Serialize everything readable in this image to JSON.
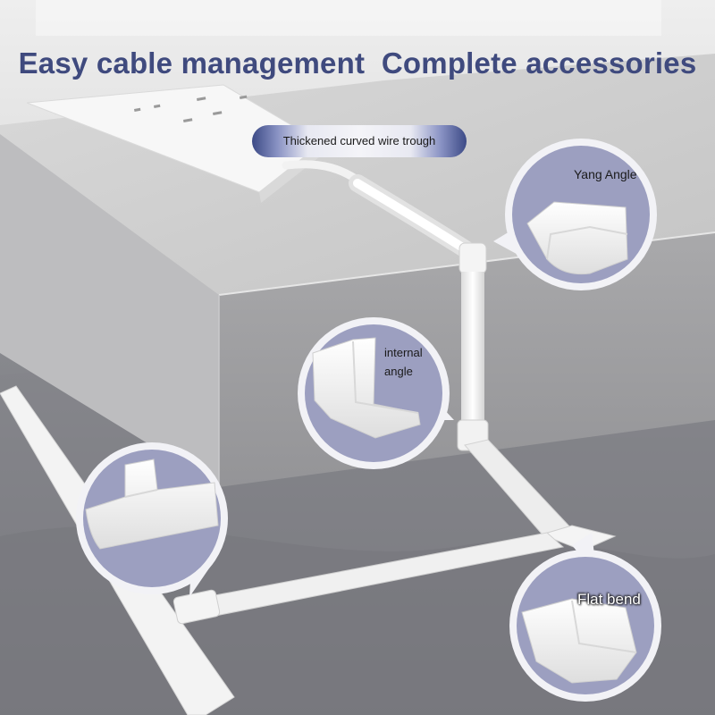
{
  "headline": {
    "text": "Easy cable management  Complete accessories",
    "color": "#3f4a7e"
  },
  "colors": {
    "callout_fill": "#9c9fc0",
    "callout_ring": "#f2f2f6",
    "pill_edge": "#3c4a86",
    "trough_white": "#f4f4f4"
  },
  "callouts": {
    "trough": "Thickened curved wire trough",
    "yang_angle": "Yang Angle",
    "internal_angle": "internal\nangle",
    "flat_bend": "Flat bend"
  }
}
